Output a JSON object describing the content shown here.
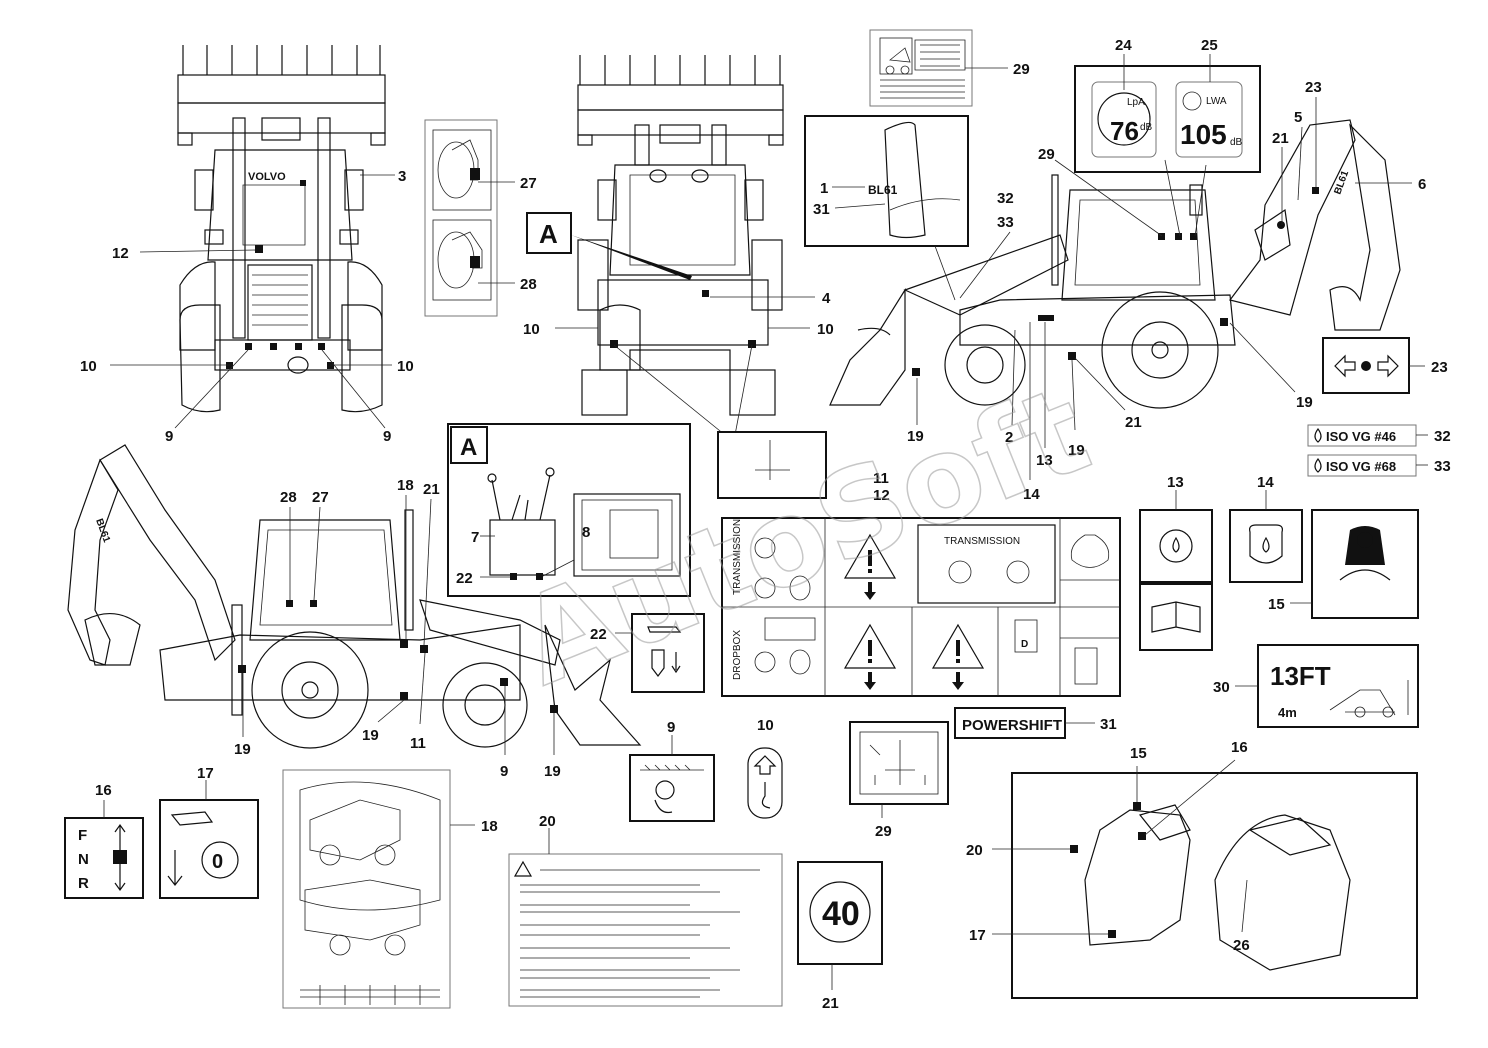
{
  "watermark": "AutoSoft",
  "view_labels": {
    "detail_a_top": "A",
    "detail_a_inset": "A"
  },
  "decals": {
    "lpa_symbol": "LpA",
    "lpa_value": "76",
    "lpa_unit": "dB",
    "lwa_symbol": "LWA",
    "lwa_value": "105",
    "lwa_unit": "dB",
    "iso_vg_46": "ISO VG #46",
    "iso_vg_68": "ISO VG #68",
    "transmission_title": "TRANSMISSION",
    "transmission_side": "TRANSMISSION",
    "dropbox_side": "DROPBOX",
    "powershift": "POWERSHIFT",
    "height_value": "13FT",
    "height_metric": "4m",
    "speed_limit": "40",
    "fnr_f": "F",
    "fnr_n": "N",
    "fnr_r": "R",
    "model_badge": "BL61",
    "model_badge_boom": "BL61",
    "volvo_brand": "VOLVO"
  },
  "callouts": {
    "front_view": [
      "3",
      "12",
      "10",
      "10",
      "9",
      "9"
    ],
    "left_inserts": [
      "27",
      "28"
    ],
    "rear_view": [
      "4",
      "10",
      "10",
      "9"
    ],
    "decal_29_top": "29",
    "detail_box": [
      "1",
      "31"
    ],
    "side_view_right": [
      "32",
      "33",
      "29",
      "24",
      "25",
      "21",
      "5",
      "23",
      "6",
      "23",
      "19",
      "21",
      "19",
      "13",
      "14",
      "2",
      "19"
    ],
    "iso_callouts": [
      "32",
      "33"
    ],
    "side_view_left": [
      "28",
      "27",
      "18",
      "21",
      "19",
      "19",
      "11",
      "9",
      "19"
    ],
    "detail_a": [
      "7",
      "8",
      "22"
    ],
    "cab_inset": [
      "11",
      "12"
    ],
    "symbol_callouts": [
      "13",
      "14",
      "15",
      "22",
      "30",
      "31",
      "9",
      "10",
      "29"
    ],
    "bottom_row": [
      "16",
      "17",
      "18",
      "20",
      "21"
    ],
    "seat_view": [
      "15",
      "16",
      "20",
      "17",
      "26"
    ]
  }
}
